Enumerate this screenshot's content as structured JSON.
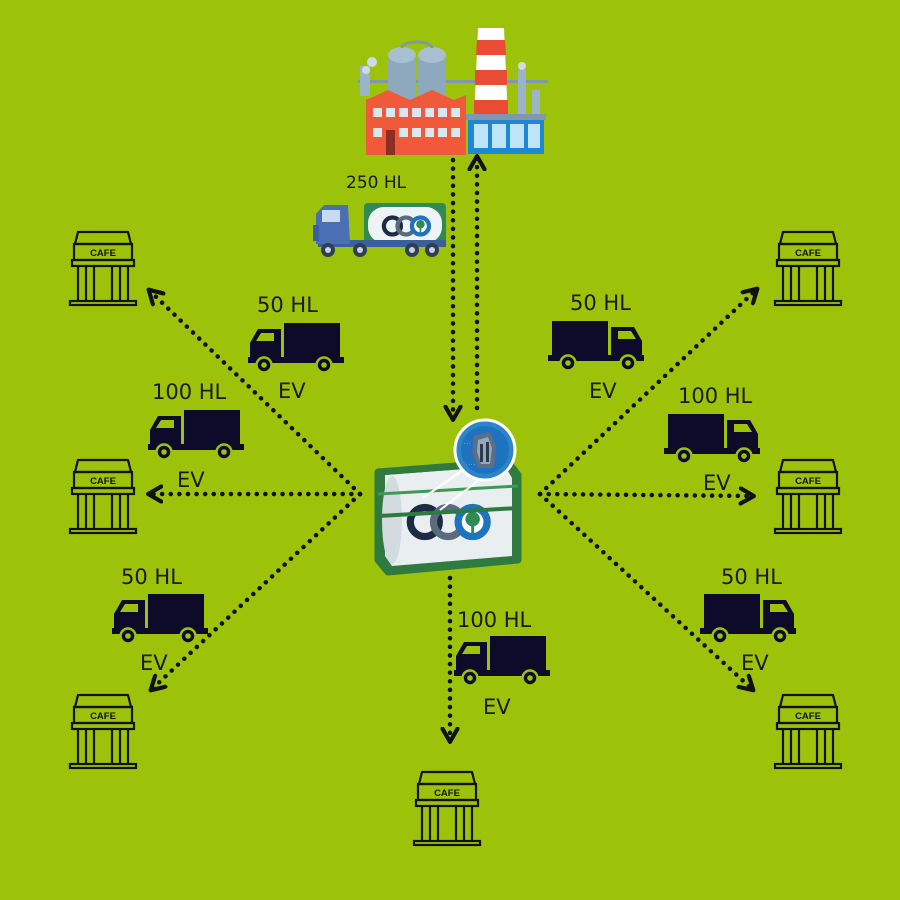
{
  "colors": {
    "background": "#9dc20a",
    "ink": "#111111",
    "truck": "#0d0a2a",
    "factory_brick": "#f05a3a",
    "chimney_stripe": "#e94b35",
    "tank_frame": "#2e8b57",
    "logo_blue": "#1e73be"
  },
  "factory": {
    "icon": "brewery-factory-icon"
  },
  "tanker": {
    "capacity": "250 HL",
    "icon": "tanker-truck-icon"
  },
  "hub": {
    "icon": "iso-tank-container-icon",
    "badge_icon": "tank-detail-badge-icon"
  },
  "routes": [
    {
      "id": "upper-left",
      "capacity": "50 HL",
      "vehicle": "EV"
    },
    {
      "id": "middle-left",
      "capacity": "100 HL",
      "vehicle": "EV"
    },
    {
      "id": "lower-left",
      "capacity": "50 HL",
      "vehicle": "EV"
    },
    {
      "id": "bottom",
      "capacity": "100 HL",
      "vehicle": "EV"
    },
    {
      "id": "lower-right",
      "capacity": "50 HL",
      "vehicle": "EV"
    },
    {
      "id": "middle-right",
      "capacity": "100 HL",
      "vehicle": "EV"
    },
    {
      "id": "upper-right",
      "capacity": "50 HL",
      "vehicle": "EV"
    }
  ],
  "cafe_label": "CAFE"
}
